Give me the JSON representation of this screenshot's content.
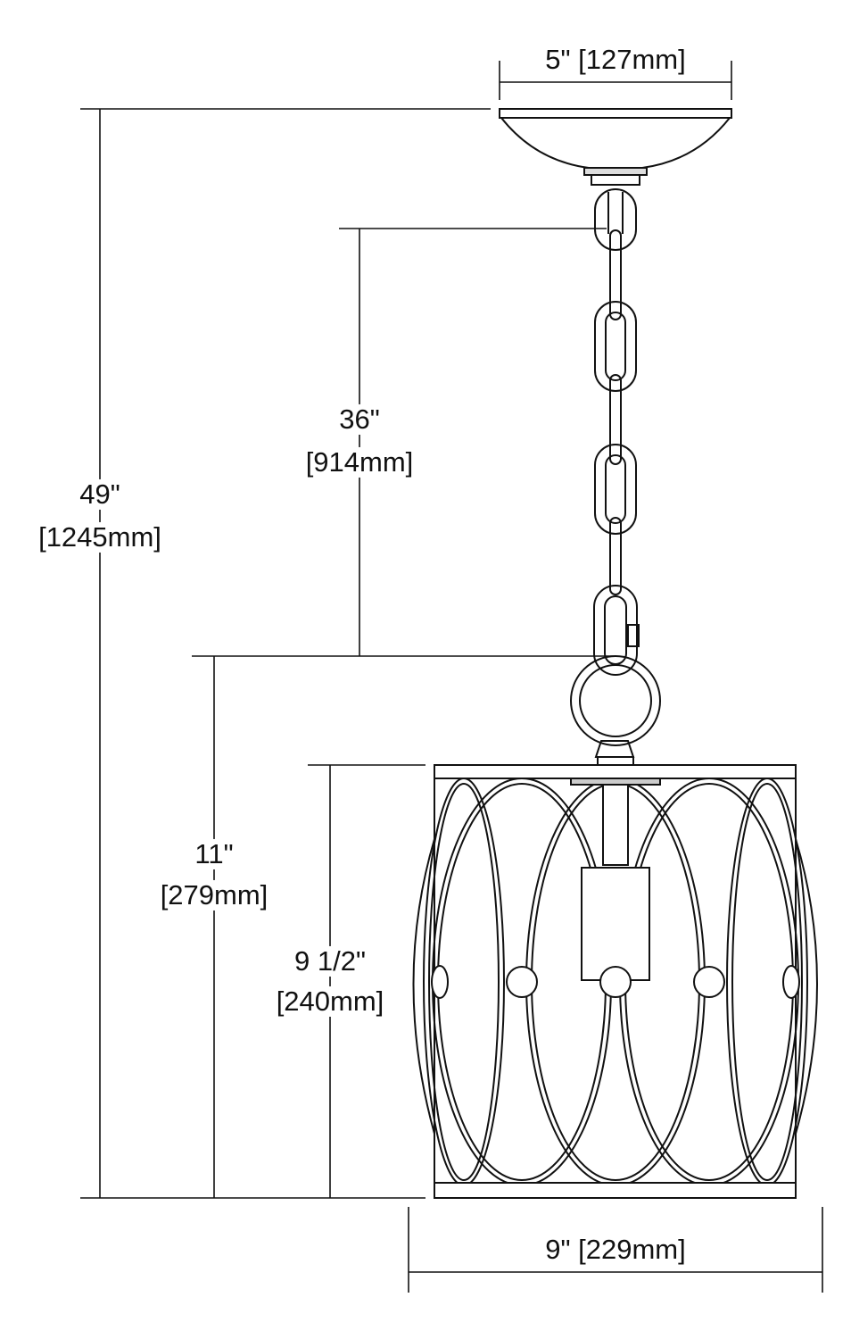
{
  "dimensions": {
    "canopy_width": "5\" [127mm]",
    "overall_height": {
      "imperial": "49\"",
      "metric": "[1245mm]"
    },
    "chain_length": {
      "imperial": "36\"",
      "metric": "[914mm]"
    },
    "fixture_height_with_loop": {
      "imperial": "11\"",
      "metric": "[279mm]"
    },
    "body_height": {
      "imperial": "9 1/2\"",
      "metric": "[240mm]"
    },
    "body_width": "9\" [229mm]"
  },
  "colors": {
    "line": "#111111",
    "background": "#ffffff"
  }
}
